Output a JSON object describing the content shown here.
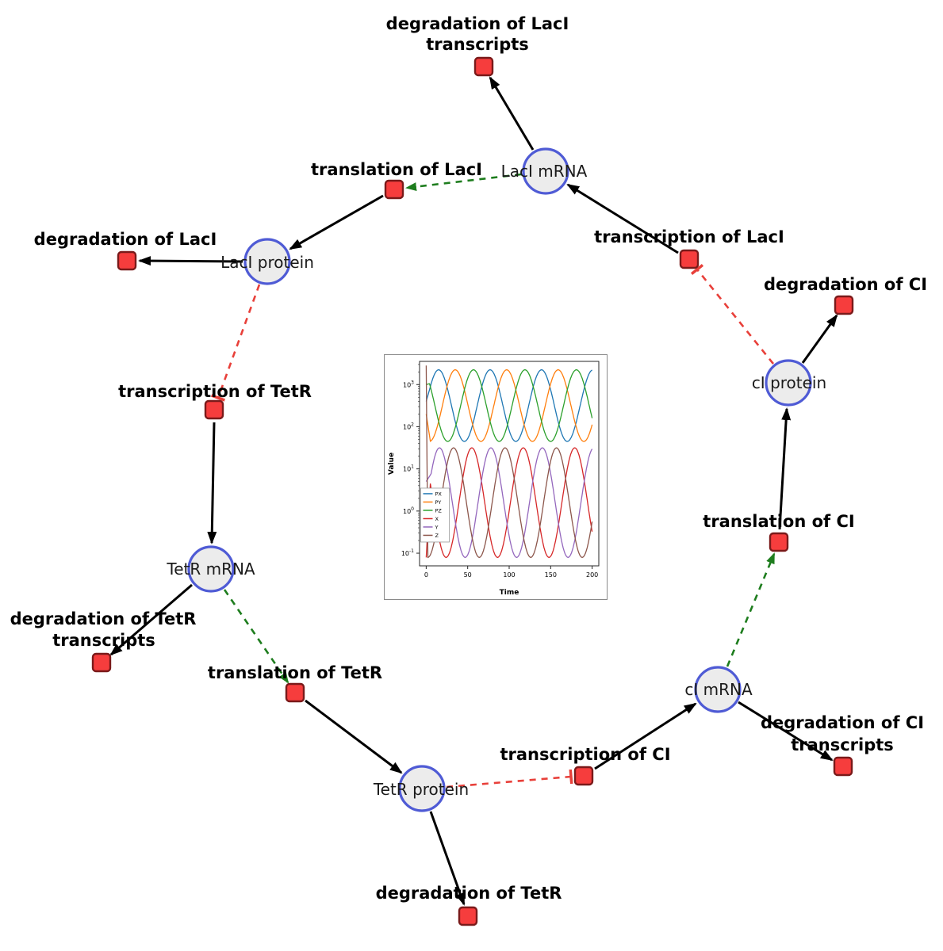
{
  "diagram": {
    "title": "repressilator gene regulatory network",
    "species": {
      "laci_mrna": {
        "label": "LacI mRNA"
      },
      "laci_protein": {
        "label": "LacI protein"
      },
      "tetr_mrna": {
        "label": "TetR mRNA"
      },
      "tetr_protein": {
        "label": "TetR protein"
      },
      "ci_mrna": {
        "label": "cI mRNA"
      },
      "ci_protein": {
        "label": "cI protein"
      }
    },
    "reactions": {
      "degradation_of_laci_transcripts": {
        "line1": "degradation of LacI",
        "line2": "transcripts"
      },
      "translation_of_laci": {
        "label": "translation of LacI"
      },
      "transcription_of_laci": {
        "label": "transcription of LacI"
      },
      "degradation_of_laci": {
        "label": "degradation of LacI"
      },
      "degradation_of_ci": {
        "label": "degradation of CI"
      },
      "transcription_of_tetr": {
        "label": "transcription of TetR"
      },
      "translation_of_ci": {
        "label": "translation of CI"
      },
      "degradation_of_tetr_transcripts": {
        "line1": "degradation of TetR",
        "line2": "transcripts"
      },
      "translation_of_tetr": {
        "label": "translation of TetR"
      },
      "transcription_of_ci": {
        "label": "transcription of CI"
      },
      "degradation_of_ci_transcripts": {
        "line1": "degradation of CI",
        "line2": "transcripts"
      },
      "degradation_of_tetr": {
        "label": "degradation of TetR"
      }
    },
    "edges": [
      {
        "from": "transcription_of_laci",
        "to": "laci_mrna",
        "type": "production"
      },
      {
        "from": "translation_of_laci",
        "to": "laci_protein",
        "type": "production"
      },
      {
        "from": "transcription_of_tetr",
        "to": "tetr_mrna",
        "type": "production"
      },
      {
        "from": "translation_of_tetr",
        "to": "tetr_protein",
        "type": "production"
      },
      {
        "from": "transcription_of_ci",
        "to": "ci_mrna",
        "type": "production"
      },
      {
        "from": "translation_of_ci",
        "to": "ci_protein",
        "type": "production"
      },
      {
        "from": "laci_mrna",
        "to": "degradation_of_laci_transcripts",
        "type": "consumption"
      },
      {
        "from": "laci_protein",
        "to": "degradation_of_laci",
        "type": "consumption"
      },
      {
        "from": "tetr_mrna",
        "to": "degradation_of_tetr_transcripts",
        "type": "consumption"
      },
      {
        "from": "tetr_protein",
        "to": "degradation_of_tetr",
        "type": "consumption"
      },
      {
        "from": "ci_mrna",
        "to": "degradation_of_ci_transcripts",
        "type": "consumption"
      },
      {
        "from": "ci_protein",
        "to": "degradation_of_ci",
        "type": "consumption"
      },
      {
        "from": "laci_mrna",
        "to": "translation_of_laci",
        "type": "modifier"
      },
      {
        "from": "tetr_mrna",
        "to": "translation_of_tetr",
        "type": "modifier"
      },
      {
        "from": "ci_mrna",
        "to": "translation_of_ci",
        "type": "modifier"
      },
      {
        "from": "ci_protein",
        "to": "transcription_of_laci",
        "type": "inhibition"
      },
      {
        "from": "laci_protein",
        "to": "transcription_of_tetr",
        "type": "inhibition"
      },
      {
        "from": "tetr_protein",
        "to": "transcription_of_ci",
        "type": "inhibition"
      }
    ],
    "colors": {
      "species_fill": "#ececec",
      "species_stroke": "#4f5bd5",
      "reaction_fill": "#f63d3d",
      "reaction_stroke": "#7a1a1a",
      "edge_black": "#000000",
      "edge_activation": "#1e7d1e",
      "edge_inhibition": "#e8403a"
    }
  },
  "chart_data": {
    "type": "line",
    "title": "",
    "xlabel": "Time",
    "ylabel": "Value",
    "x_range": [
      0,
      200
    ],
    "x_ticks": [
      0,
      50,
      100,
      150,
      200
    ],
    "y_scale": "log",
    "y_range": [
      0.1,
      2500
    ],
    "y_tick_exponents": [
      -1,
      0,
      1,
      2,
      3
    ],
    "legend_position": "center-left",
    "grid": false,
    "series": [
      {
        "name": "PX",
        "color": "#1f77b4",
        "log_center": 2.5,
        "log_amp": 0.85,
        "period": 62,
        "peak_t": 15,
        "start_log": 2.6,
        "blend": 5
      },
      {
        "name": "PY",
        "color": "#ff7f0e",
        "log_center": 2.5,
        "log_amp": 0.85,
        "period": 62,
        "peak_t": 35,
        "start_log": 2.3,
        "blend": 5
      },
      {
        "name": "PZ",
        "color": "#2ca02c",
        "log_center": 2.5,
        "log_amp": 0.85,
        "period": 62,
        "peak_t": 57,
        "start_log": 3.0,
        "blend": 4
      },
      {
        "name": "X",
        "color": "#d62728",
        "log_center": 0.2,
        "log_amp": 1.3,
        "period": 62,
        "peak_t": 55,
        "start_log": -1.1,
        "blend": 5
      },
      {
        "name": "Y",
        "color": "#9467bd",
        "log_center": 0.2,
        "log_amp": 1.3,
        "period": 62,
        "peak_t": 78,
        "start_log": 0.7,
        "blend": 6
      },
      {
        "name": "Z",
        "color": "#8c564b",
        "log_center": 0.2,
        "log_amp": 1.3,
        "period": 62,
        "peak_t": 33,
        "start_log": 3.45,
        "blend": 2
      }
    ]
  }
}
